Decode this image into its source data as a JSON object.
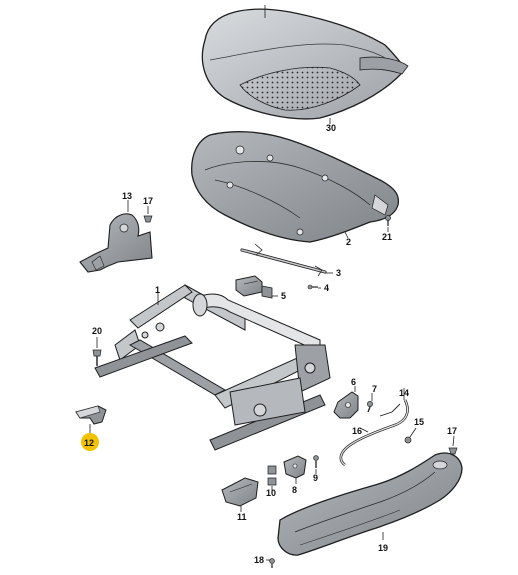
{
  "colors": {
    "part_fill": "#c4c7ca",
    "part_fill_dark": "#8f9398",
    "part_fill_light": "#e3e5e7",
    "outline": "#1f1f1f",
    "highlight": "#f2c200",
    "label": "#111111"
  },
  "highlighted_part": "12",
  "callouts": {
    "p30": "30",
    "p2": "2",
    "p21": "21",
    "p13": "13",
    "p17a": "17",
    "p3": "3",
    "p4": "4",
    "p5": "5",
    "p1": "1",
    "p20": "20",
    "p12": "12",
    "p6": "6",
    "p7": "7",
    "p14": "14",
    "p15": "15",
    "p16": "16",
    "p17b": "17",
    "p10": "10",
    "p8": "8",
    "p9": "9",
    "p11": "11",
    "p19": "19",
    "p18": "18"
  }
}
